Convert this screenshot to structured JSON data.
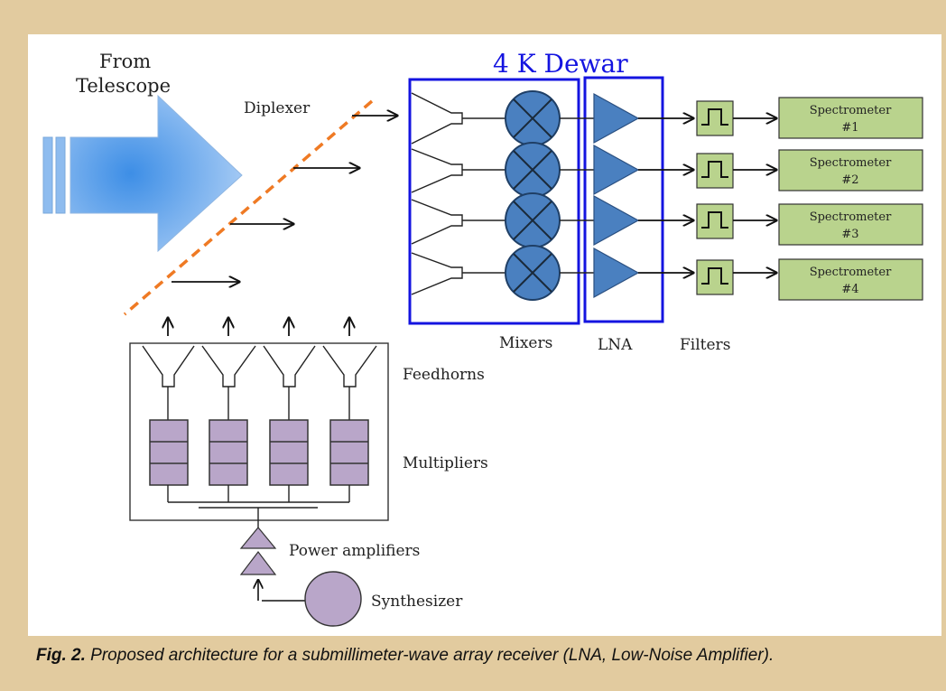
{
  "labels": {
    "from_telescope_1": "From",
    "from_telescope_2": "Telescope",
    "diplexer": "Diplexer",
    "dewar": "4 K Dewar",
    "mixers": "Mixers",
    "lna": "LNA",
    "filters": "Filters",
    "feedhorns": "Feedhorns",
    "multipliers": "Multipliers",
    "power_amplifiers": "Power amplifiers",
    "synthesizer": "Synthesizer"
  },
  "spectrometers": [
    {
      "name": "Spectrometer",
      "num": "#1"
    },
    {
      "name": "Spectrometer",
      "num": "#2"
    },
    {
      "name": "Spectrometer",
      "num": "#3"
    },
    {
      "name": "Spectrometer",
      "num": "#4"
    }
  ],
  "caption": {
    "prefix": "Fig. 2.",
    "text": " Proposed architecture for a submillimeter-wave array receiver (LNA, Low-Noise Amplifier)."
  },
  "colors": {
    "background": "#e2cb9f",
    "dewar_blue": "#1414e0",
    "mixer_fill": "#4a80c0",
    "lna_fill": "#4a80c0",
    "filter_fill": "#b9d38d",
    "spectrometer_fill": "#b9d38d",
    "lo_fill": "#b9a6c9",
    "diplexer_line": "#ef7a24"
  }
}
